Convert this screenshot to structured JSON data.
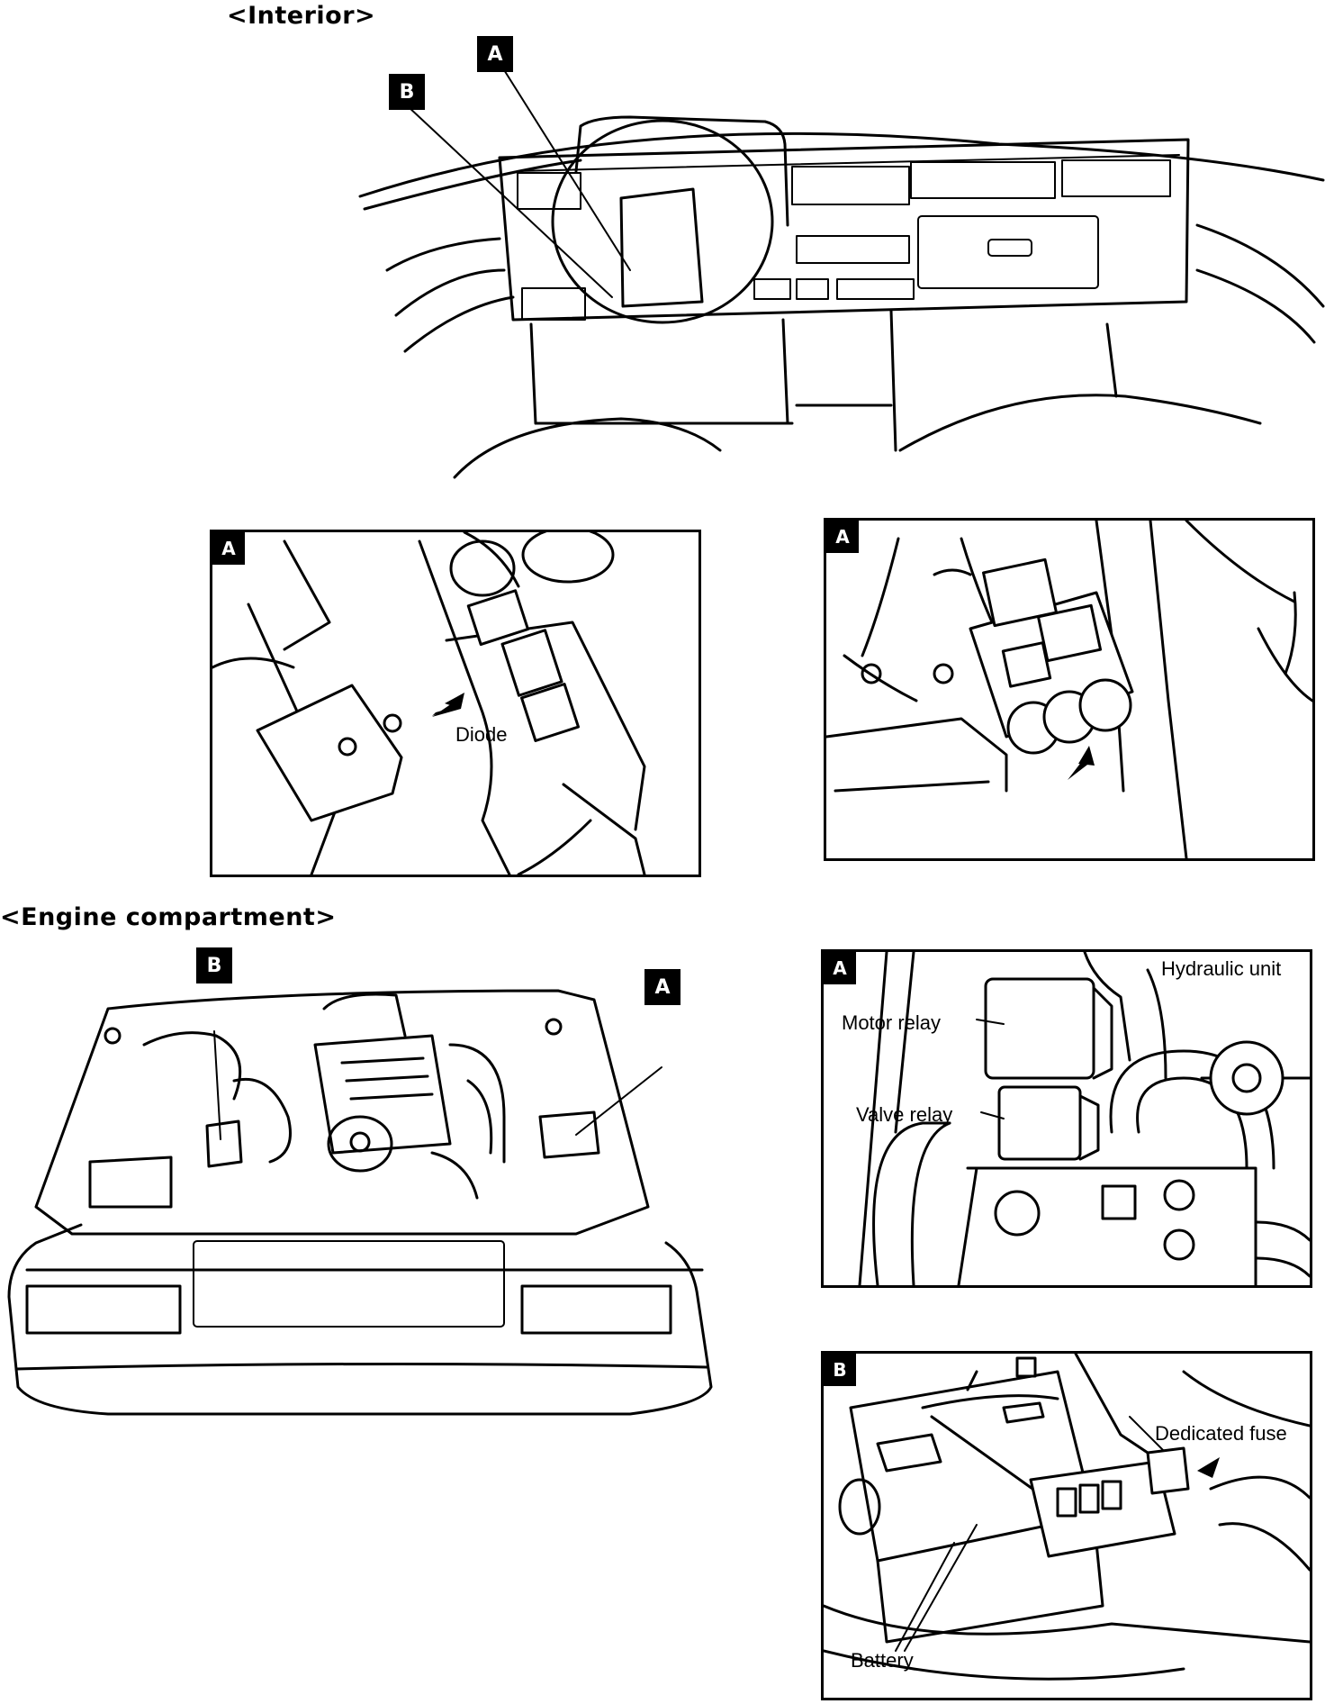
{
  "sections": {
    "interior_title": "<Interior>",
    "engine_title": "<Engine compartment>"
  },
  "markers": {
    "interior_a": "A",
    "interior_b": "B",
    "engine_a": "A",
    "engine_b": "B"
  },
  "panels": {
    "diode_panel": {
      "tag": "A",
      "label_diode": "Diode"
    },
    "interior_relay_panel": {
      "tag": "A"
    },
    "hydraulic_panel": {
      "tag": "A",
      "label_hydraulic_unit": "Hydraulic unit",
      "label_motor_relay": "Motor relay",
      "label_valve_relay": "Valve relay"
    },
    "battery_panel": {
      "tag": "B",
      "label_dedicated_fuse": "Dedicated fuse",
      "label_battery": "Battery"
    }
  }
}
